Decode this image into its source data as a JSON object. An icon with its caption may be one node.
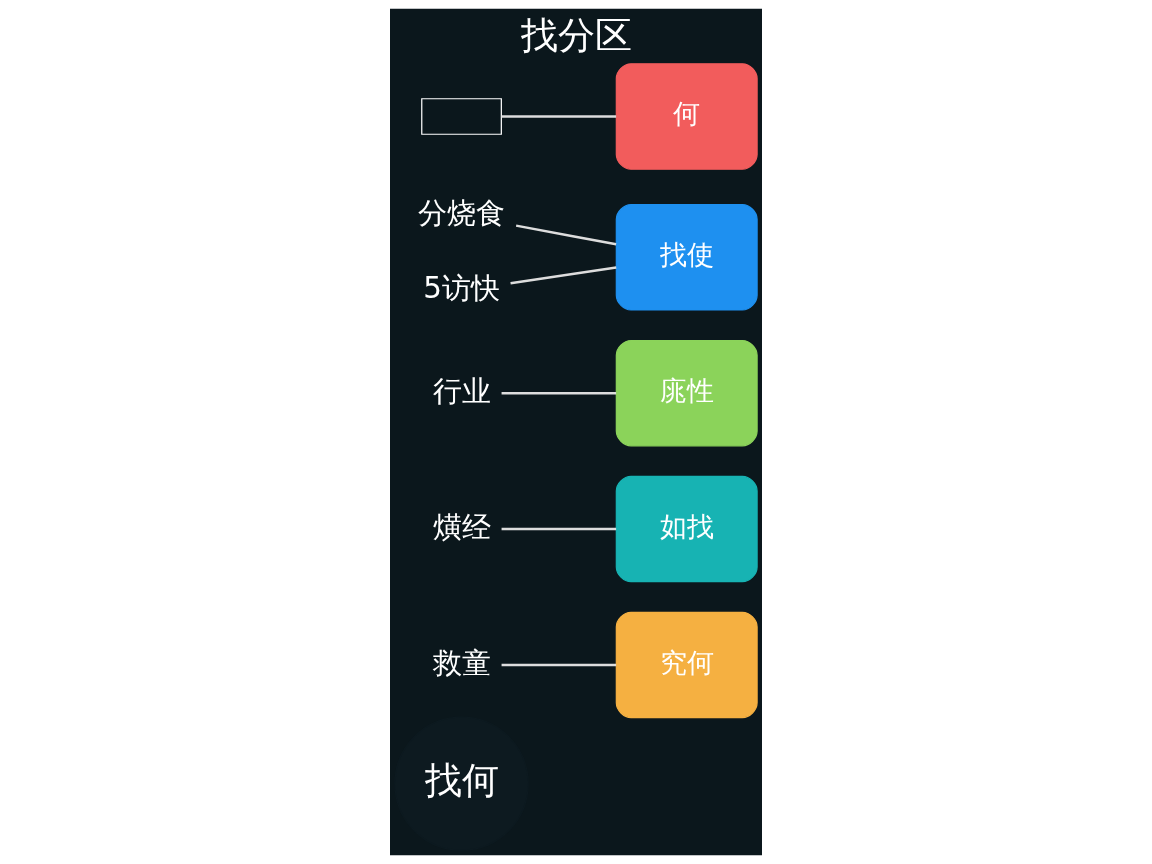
{
  "diagram": {
    "title": "找分区",
    "nodes": [
      {
        "text": [
          "找何"
        ]
      },
      {
        "text": [
          "究何"
        ]
      },
      {
        "text": [
          "如找"
        ]
      },
      {
        "text": [
          "庣性"
        ]
      },
      {
        "text": [
          "找使"
        ]
      },
      {
        "text": [
          "何"
        ]
      },
      {
        "text": [
          "救童"
        ]
      },
      {
        "text": [
          "熿经"
        ]
      },
      {
        "text": [
          "行业"
        ]
      },
      {
        "text": [
          "分烧食"
        ]
      },
      {
        "text": [
          "5访快"
        ]
      },
      {
        "text": [],
        "shape": "box"
      }
    ],
    "edges": [
      {
        "from": 6,
        "to": 1,
        "arrow": "none"
      },
      {
        "from": 7,
        "to": 2,
        "arrow": "none"
      },
      {
        "from": 8,
        "to": 3,
        "arrow": "none"
      },
      {
        "from": 9,
        "to": 4,
        "arrow": "none"
      },
      {
        "from": 10,
        "to": 4,
        "arrow": "none"
      },
      {
        "from": 11,
        "to": 5,
        "arrow": "none"
      }
    ]
  }
}
